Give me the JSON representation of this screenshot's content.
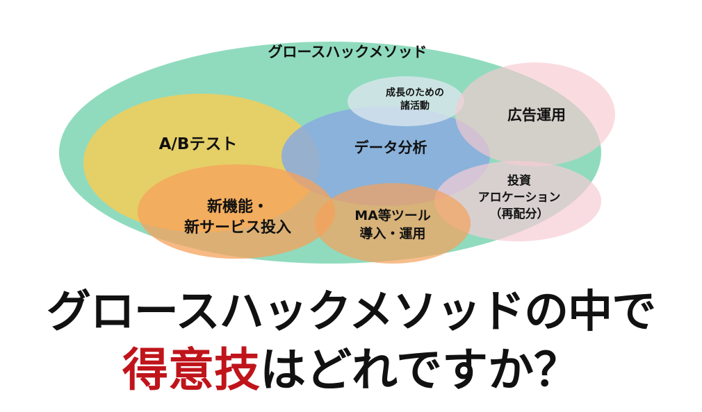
{
  "diagram": {
    "outer_label": "グロースハックメソッド",
    "regions": [
      {
        "id": "growth-activities",
        "lines": [
          "成長のための",
          "諸活動"
        ],
        "color": "#d9e6ec"
      },
      {
        "id": "ad-operations",
        "lines": [
          "広告運用"
        ],
        "color": "#f8c9cf"
      },
      {
        "id": "ab-test",
        "lines": [
          "A/Bテスト"
        ],
        "color": "#f5cd58"
      },
      {
        "id": "data-analysis",
        "lines": [
          "データ分析"
        ],
        "color": "#8aaae0"
      },
      {
        "id": "investment-allocation",
        "lines": [
          "投資",
          "アロケーション",
          "（再配分）"
        ],
        "color": "#f7ccd6"
      },
      {
        "id": "new-features",
        "lines": [
          "新機能・",
          "新サービス投入"
        ],
        "color": "#f5a15b"
      },
      {
        "id": "ma-tools",
        "lines": [
          "MA等ツール",
          "導入・運用"
        ],
        "color": "#f5a15b"
      }
    ],
    "outer_color": "#6bcfa8"
  },
  "headline": {
    "line1": "グロースハックメソッドの中で",
    "line2_accent": "得意技",
    "line2_rest": "はどれですか？",
    "accent_color": "#c0141b"
  }
}
